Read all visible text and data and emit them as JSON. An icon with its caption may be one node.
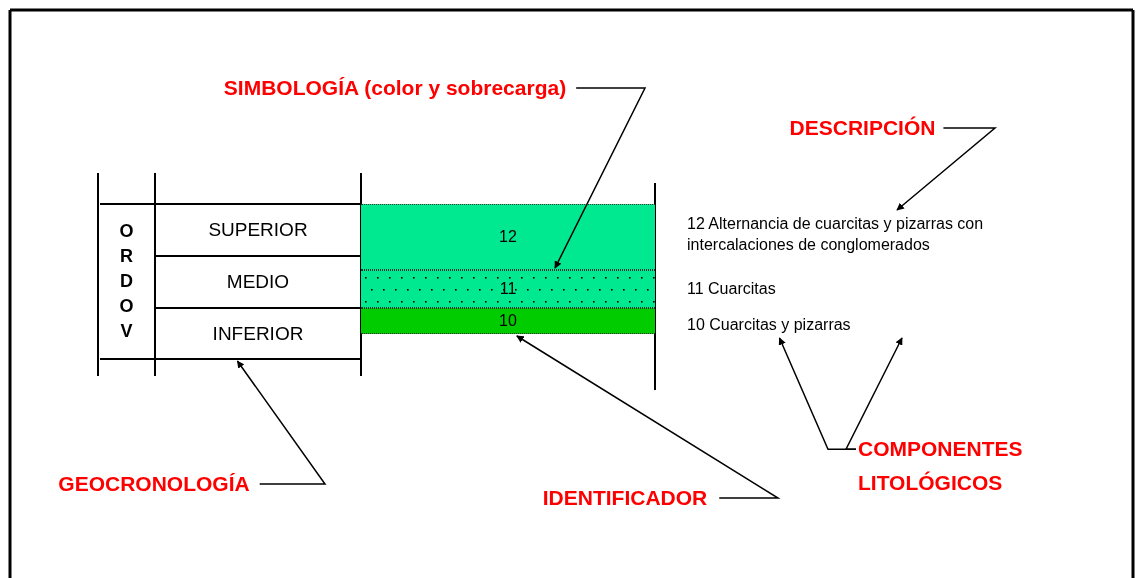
{
  "diagram": {
    "nodes": [
      {
        "text": [
          "ORDOV"
        ]
      },
      {
        "text": [
          "SUPERIOR"
        ]
      },
      {
        "text": [
          "MEDIO"
        ]
      },
      {
        "text": [
          "INFERIOR"
        ]
      },
      {
        "text": [
          "12"
        ]
      },
      {
        "text": [
          "11"
        ]
      },
      {
        "text": [
          "10"
        ]
      },
      {
        "text": [
          "12 Alternancia de cuarcitas y pizarras con intercalaciones de conglomerados"
        ]
      },
      {
        "text": [
          "11 Cuarcitas"
        ]
      },
      {
        "text": [
          "10 Cuarcitas y pizarras"
        ]
      },
      {
        "text": [
          "SIMBOLOGÍA (color y sobrecarga)"
        ]
      },
      {
        "text": [
          "DESCRIPCIÓN"
        ]
      },
      {
        "text": [
          "GEOCRONOLOGÍA"
        ]
      },
      {
        "text": [
          "IDENTIFICADOR"
        ]
      },
      {
        "text": [
          "COMPONENTES LITOLÓGICOS"
        ]
      }
    ],
    "edges": [
      {
        "from": 10,
        "to": 5,
        "arrow": "to"
      },
      {
        "from": 11,
        "to": 7,
        "arrow": "to"
      },
      {
        "from": 12,
        "to": 3,
        "arrow": "to"
      },
      {
        "from": 13,
        "to": 6,
        "arrow": "to"
      },
      {
        "from": 14,
        "to": 9,
        "arrow": "to"
      },
      {
        "from": 14,
        "to": 9,
        "arrow": "to"
      }
    ]
  }
}
